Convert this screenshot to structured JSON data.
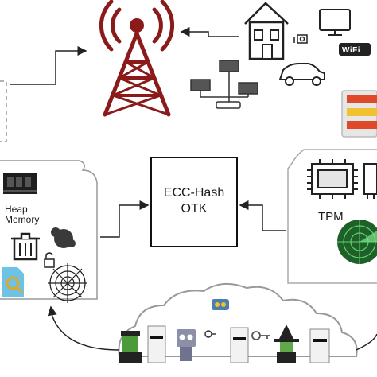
{
  "central_box": {
    "line1": "ECC-Hash",
    "line2": "OTK"
  },
  "memory_panel": {
    "line1": "Heap",
    "line2": "Memory"
  },
  "tpm_panel": {
    "label": "TPM"
  },
  "wifi_badge": {
    "text": "WiFi"
  },
  "colors": {
    "tower": "#8b1a1a",
    "line": "#222222",
    "panel_border": "#aaaaaa",
    "screen_red": "#e0482a",
    "screen_yellow": "#f2c12e"
  },
  "icons": [
    "radio-tower-icon",
    "house-icon",
    "monitor-icon",
    "camera-icon",
    "wifi-badge-icon",
    "network-icon",
    "car-icon",
    "chip-icon",
    "radar-icon",
    "trash-icon",
    "spider-web-icon",
    "bomb-icon",
    "malware-file-icon",
    "robot-icon",
    "frankenstein-icon",
    "mummy-icon",
    "witch-icon",
    "key-icon"
  ]
}
